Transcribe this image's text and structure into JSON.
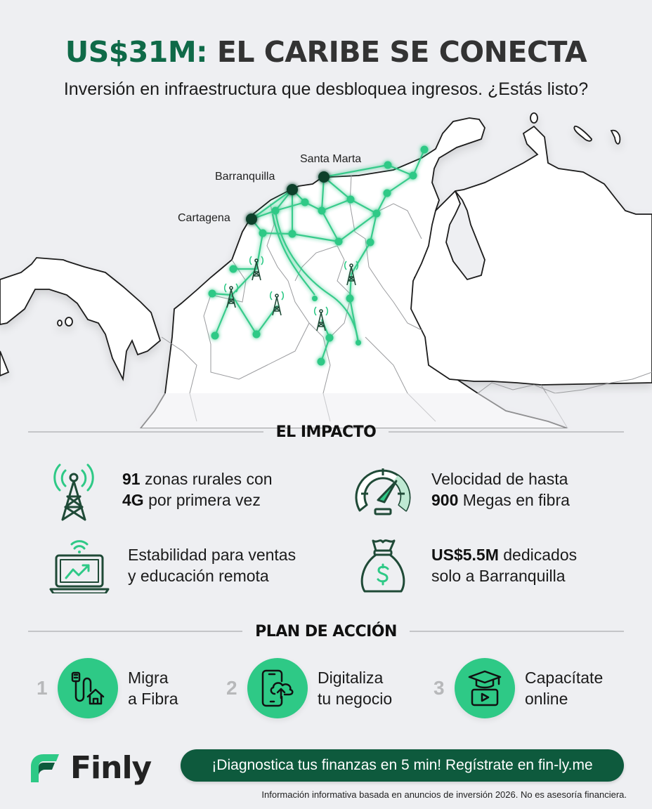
{
  "header": {
    "title_accent": "US$31M:",
    "title_rest": "EL CARIBE SE CONECTA",
    "subtitle": "Inversión en infraestructura que desbloquea ingresos. ¿Estás listo?"
  },
  "map": {
    "cities": [
      {
        "name": "Santa Marta"
      },
      {
        "name": "Barranquilla"
      },
      {
        "name": "Cartagena"
      }
    ],
    "colors": {
      "network": "#2ec986",
      "city_node": "#0d3f2b",
      "tower": "#1f4a37",
      "outline": "#1a1a1a",
      "land": "#ffffff",
      "sea": "#eeeff2"
    }
  },
  "impact": {
    "title": "EL IMPACTO",
    "items": [
      {
        "icon": "cell-tower-icon",
        "bold1": "91",
        "rest1": " zonas rurales con",
        "bold2": "4G",
        "rest2": " por primera vez"
      },
      {
        "icon": "speedometer-icon",
        "bold1": "",
        "rest1": "Velocidad de hasta",
        "bold2": "900",
        "rest2": " Megas en fibra"
      },
      {
        "icon": "laptop-chart-icon",
        "bold1": "",
        "rest1": "Estabilidad para ventas",
        "bold2": "",
        "rest2": "y educación remota"
      },
      {
        "icon": "money-bag-icon",
        "bold1": "US$5.5M",
        "rest1": " dedicados",
        "bold2": "",
        "rest2": "solo a Barranquilla"
      }
    ]
  },
  "plan": {
    "title": "PLAN DE ACCIÓN",
    "steps": [
      {
        "number": "1",
        "icon": "fiber-cable-home-icon",
        "line1": "Migra",
        "line2": "a Fibra"
      },
      {
        "number": "2",
        "icon": "phone-cloud-upload-icon",
        "line1": "Digitaliza",
        "line2": "tu negocio"
      },
      {
        "number": "3",
        "icon": "graduation-video-icon",
        "line1": "Capacítate",
        "line2": "online"
      }
    ]
  },
  "footer": {
    "brand": "Finly",
    "cta": "¡Diagnostica tus finanzas en 5 min! Regístrate en fin-ly.me",
    "disclaimer": "Información informativa basada en anuncios de inversión 2026. No es asesoría financiera."
  },
  "colors": {
    "accent_dark": "#0f6a48",
    "accent_bright": "#2ec986",
    "cta_bg": "#0e5a3d",
    "background": "#eeeff2"
  }
}
